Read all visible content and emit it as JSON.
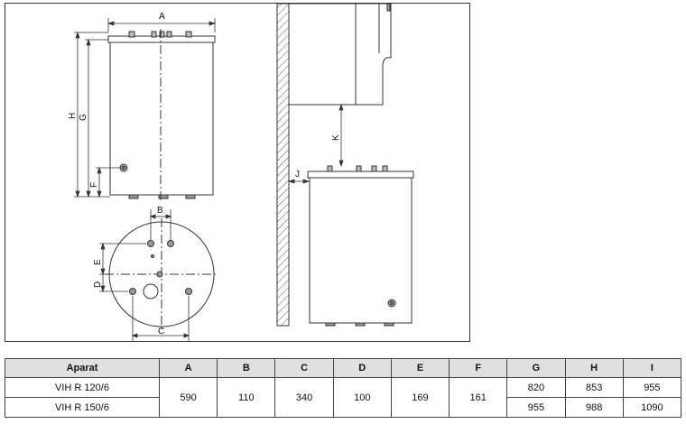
{
  "drawing": {
    "labels": {
      "A": "A",
      "H": "H",
      "G": "G",
      "F": "F",
      "B": "B",
      "E": "E",
      "D": "D",
      "C": "C",
      "J": "J",
      "K": "K"
    }
  },
  "table": {
    "headers": [
      "Aparat",
      "A",
      "B",
      "C",
      "D",
      "E",
      "F",
      "G",
      "H",
      "I"
    ],
    "rows": [
      {
        "model": "VIH R 120/6",
        "G": "820",
        "H": "853",
        "I": "955"
      },
      {
        "model": "VIH R 150/6",
        "G": "955",
        "H": "988",
        "I": "1090"
      }
    ],
    "shared": {
      "A": "590",
      "B": "110",
      "C": "340",
      "D": "100",
      "E": "169",
      "F": "161"
    }
  },
  "colors": {
    "stroke": "#333333",
    "header_bg": "#e0e0e0",
    "hatch": "#555555"
  }
}
